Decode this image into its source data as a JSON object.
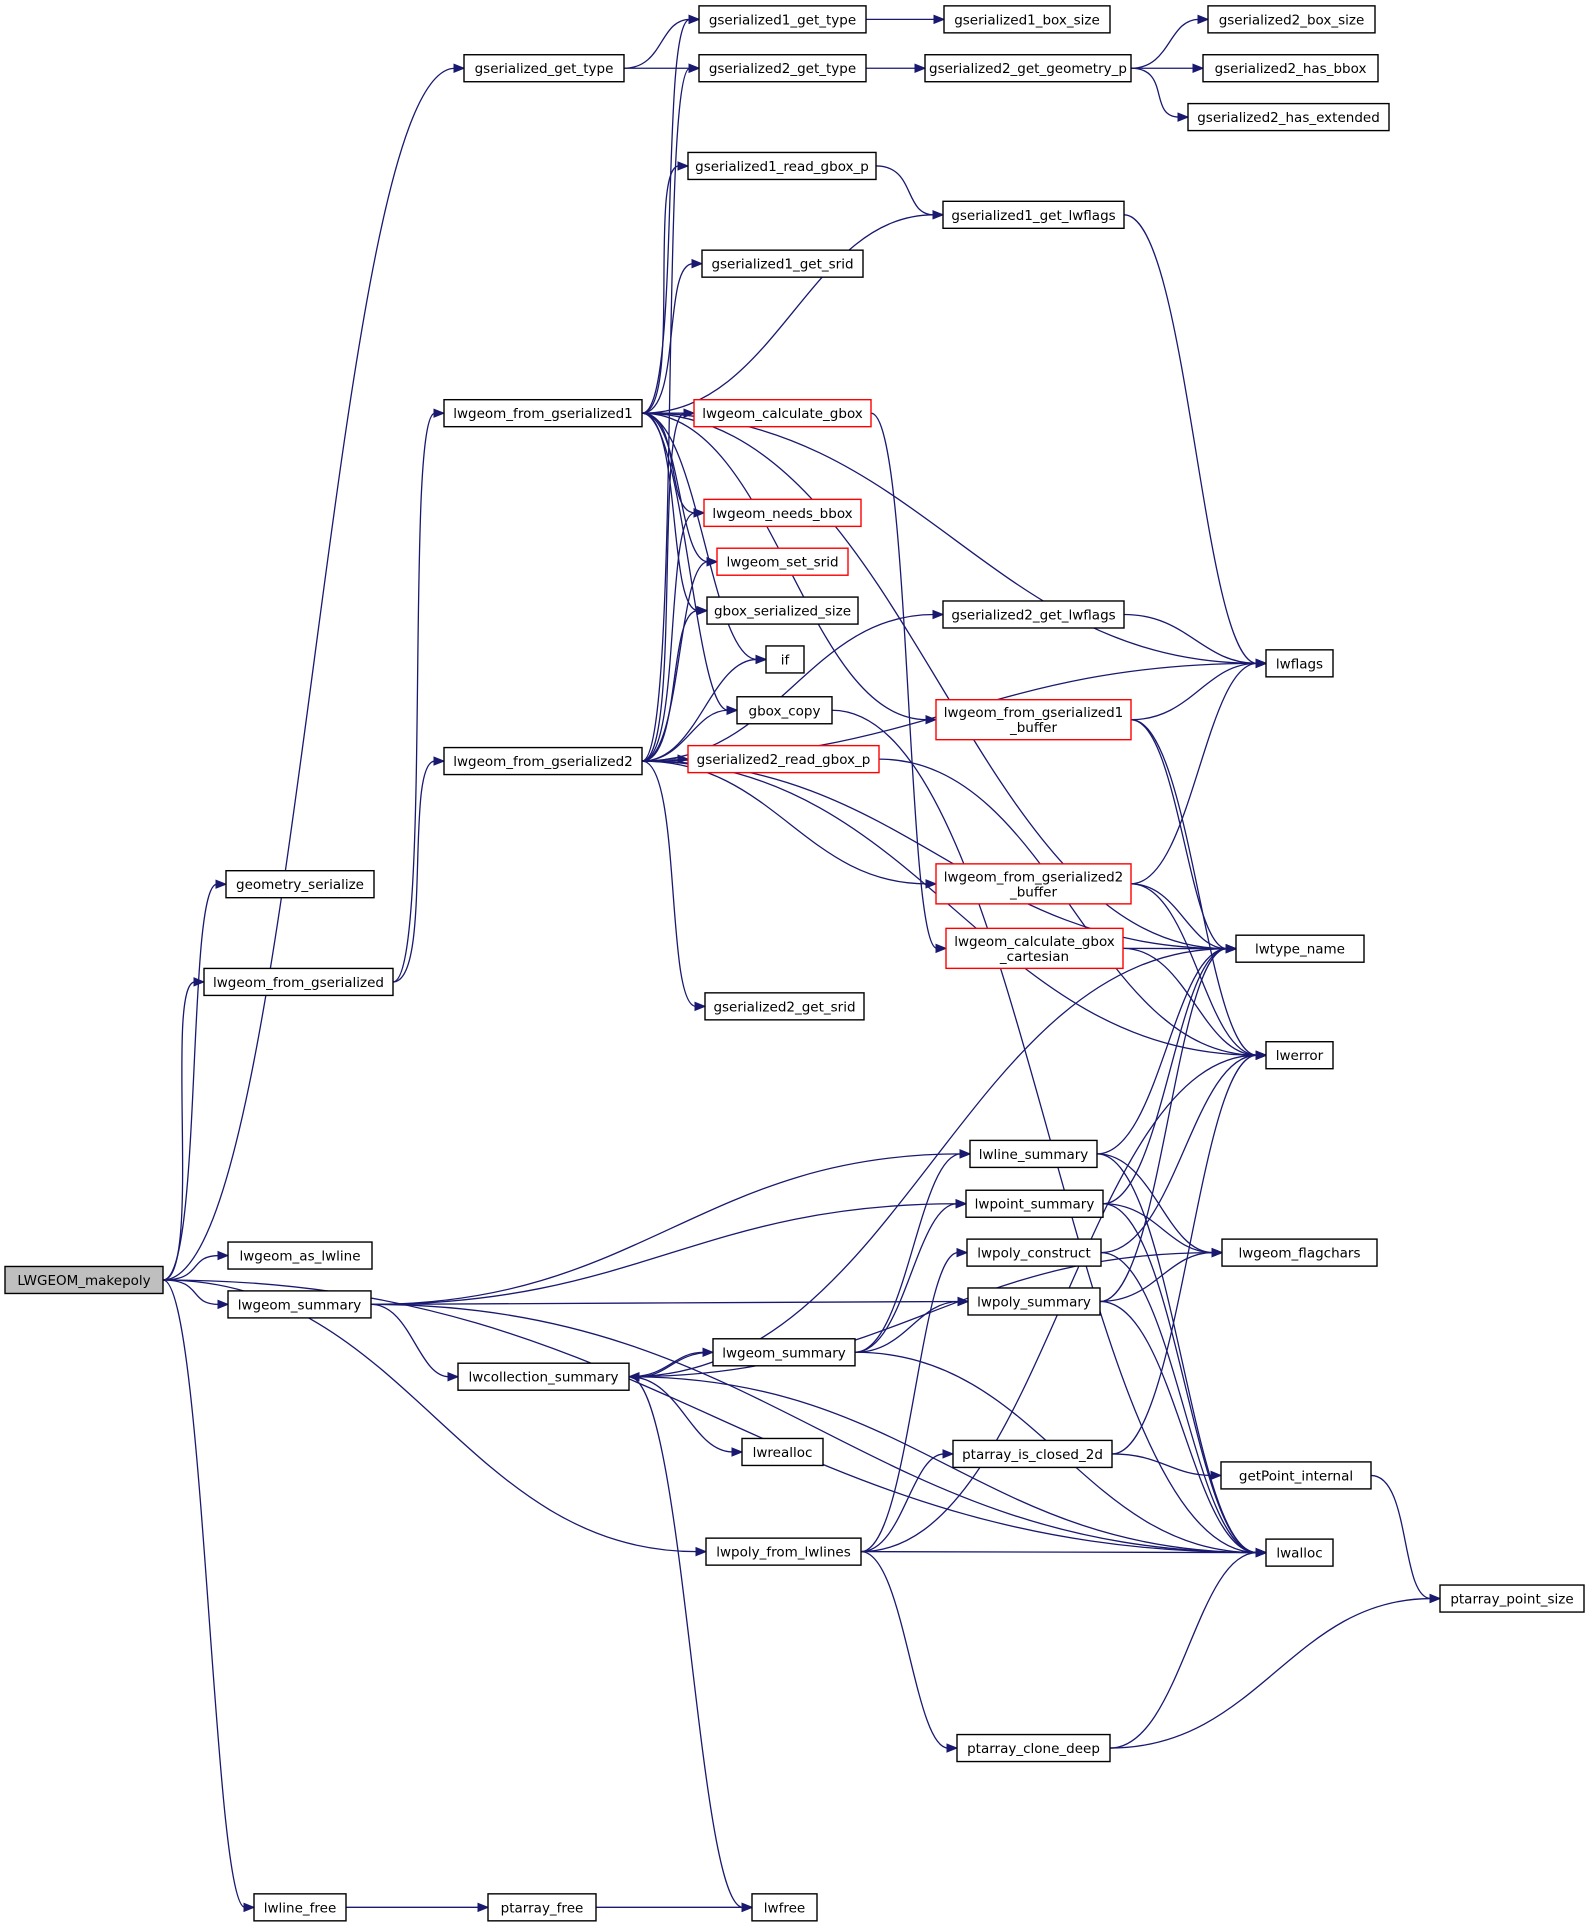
{
  "diagram": {
    "nodes": [
      {
        "id": "LWGEOM_makepoly",
        "label": [
          "LWGEOM_makepoly"
        ],
        "root": true
      },
      {
        "id": "geometry_serialize",
        "label": [
          "geometry_serialize"
        ]
      },
      {
        "id": "lwgeom_from_gserialized",
        "label": [
          "lwgeom_from_gserialized"
        ]
      },
      {
        "id": "lwgeom_as_lwline",
        "label": [
          "lwgeom_as_lwline"
        ]
      },
      {
        "id": "lwgeom_summary_a",
        "label": [
          "lwgeom_summary"
        ]
      },
      {
        "id": "lwline_free",
        "label": [
          "lwline_free"
        ]
      },
      {
        "id": "gserialized_get_type",
        "label": [
          "gserialized_get_type"
        ]
      },
      {
        "id": "lwgeom_from_gserialized1",
        "label": [
          "lwgeom_from_gserialized1"
        ]
      },
      {
        "id": "lwgeom_from_gserialized2",
        "label": [
          "lwgeom_from_gserialized2"
        ]
      },
      {
        "id": "lwcollection_summary",
        "label": [
          "lwcollection_summary"
        ]
      },
      {
        "id": "ptarray_free",
        "label": [
          "ptarray_free"
        ]
      },
      {
        "id": "gserialized1_get_type",
        "label": [
          "gserialized1_get_type"
        ]
      },
      {
        "id": "gserialized2_get_type",
        "label": [
          "gserialized2_get_type"
        ]
      },
      {
        "id": "gserialized1_read_gbox_p",
        "label": [
          "gserialized1_read_gbox_p"
        ]
      },
      {
        "id": "gserialized1_get_srid",
        "label": [
          "gserialized1_get_srid"
        ]
      },
      {
        "id": "lwgeom_calculate_gbox",
        "label": [
          "lwgeom_calculate_gbox"
        ],
        "missing": true
      },
      {
        "id": "lwgeom_needs_bbox",
        "label": [
          "lwgeom_needs_bbox"
        ],
        "missing": true
      },
      {
        "id": "lwgeom_set_srid",
        "label": [
          "lwgeom_set_srid"
        ],
        "missing": true
      },
      {
        "id": "gbox_serialized_size",
        "label": [
          "gbox_serialized_size"
        ]
      },
      {
        "id": "if",
        "label": [
          "if"
        ]
      },
      {
        "id": "gbox_copy",
        "label": [
          "gbox_copy"
        ]
      },
      {
        "id": "gserialized2_read_gbox_p",
        "label": [
          "gserialized2_read_gbox_p"
        ],
        "missing": true
      },
      {
        "id": "gserialized2_get_srid",
        "label": [
          "gserialized2_get_srid"
        ]
      },
      {
        "id": "lwgeom_summary_b",
        "label": [
          "lwgeom_summary"
        ]
      },
      {
        "id": "lwrealloc",
        "label": [
          "lwrealloc"
        ]
      },
      {
        "id": "lwpoly_from_lwlines",
        "label": [
          "lwpoly_from_lwlines"
        ]
      },
      {
        "id": "lwfree",
        "label": [
          "lwfree"
        ]
      },
      {
        "id": "gserialized1_box_size",
        "label": [
          "gserialized1_box_size"
        ]
      },
      {
        "id": "gserialized2_get_geometry_p",
        "label": [
          "gserialized2_get_geometry_p"
        ]
      },
      {
        "id": "gserialized1_get_lwflags",
        "label": [
          "gserialized1_get_lwflags"
        ]
      },
      {
        "id": "gserialized2_get_lwflags",
        "label": [
          "gserialized2_get_lwflags"
        ]
      },
      {
        "id": "lwgeom_from_gserialized1_buffer",
        "label": [
          "lwgeom_from_gserialized1",
          "_buffer"
        ],
        "missing": true
      },
      {
        "id": "lwgeom_from_gserialized2_buffer",
        "label": [
          "lwgeom_from_gserialized2",
          "_buffer"
        ],
        "missing": true
      },
      {
        "id": "lwgeom_calculate_gbox_cartesian",
        "label": [
          "lwgeom_calculate_gbox",
          "_cartesian"
        ],
        "missing": true
      },
      {
        "id": "lwline_summary",
        "label": [
          "lwline_summary"
        ]
      },
      {
        "id": "lwpoint_summary",
        "label": [
          "lwpoint_summary"
        ]
      },
      {
        "id": "lwpoly_construct",
        "label": [
          "lwpoly_construct"
        ]
      },
      {
        "id": "lwpoly_summary",
        "label": [
          "lwpoly_summary"
        ]
      },
      {
        "id": "ptarray_is_closed_2d",
        "label": [
          "ptarray_is_closed_2d"
        ]
      },
      {
        "id": "ptarray_clone_deep",
        "label": [
          "ptarray_clone_deep"
        ]
      },
      {
        "id": "gserialized2_box_size",
        "label": [
          "gserialized2_box_size"
        ]
      },
      {
        "id": "gserialized2_has_bbox",
        "label": [
          "gserialized2_has_bbox"
        ]
      },
      {
        "id": "gserialized2_has_extended",
        "label": [
          "gserialized2_has_extended"
        ]
      },
      {
        "id": "lwflags",
        "label": [
          "lwflags"
        ]
      },
      {
        "id": "lwtype_name",
        "label": [
          "lwtype_name"
        ]
      },
      {
        "id": "lwerror",
        "label": [
          "lwerror"
        ]
      },
      {
        "id": "lwgeom_flagchars",
        "label": [
          "lwgeom_flagchars"
        ]
      },
      {
        "id": "getPoint_internal",
        "label": [
          "getPoint_internal"
        ]
      },
      {
        "id": "lwalloc",
        "label": [
          "lwalloc"
        ]
      },
      {
        "id": "ptarray_point_size",
        "label": [
          "ptarray_point_size"
        ]
      }
    ],
    "edges": [
      [
        "LWGEOM_makepoly",
        "geometry_serialize"
      ],
      [
        "LWGEOM_makepoly",
        "gserialized_get_type"
      ],
      [
        "LWGEOM_makepoly",
        "lwgeom_from_gserialized"
      ],
      [
        "LWGEOM_makepoly",
        "lwgeom_as_lwline"
      ],
      [
        "LWGEOM_makepoly",
        "lwgeom_summary_a"
      ],
      [
        "LWGEOM_makepoly",
        "lwpoly_from_lwlines"
      ],
      [
        "LWGEOM_makepoly",
        "lwalloc"
      ],
      [
        "LWGEOM_makepoly",
        "lwline_free"
      ],
      [
        "gserialized_get_type",
        "gserialized1_get_type"
      ],
      [
        "gserialized_get_type",
        "gserialized2_get_type"
      ],
      [
        "gserialized1_get_type",
        "gserialized1_box_size"
      ],
      [
        "gserialized2_get_type",
        "gserialized2_get_geometry_p"
      ],
      [
        "gserialized2_get_geometry_p",
        "gserialized2_box_size"
      ],
      [
        "gserialized2_get_geometry_p",
        "gserialized2_has_bbox"
      ],
      [
        "gserialized2_get_geometry_p",
        "gserialized2_has_extended"
      ],
      [
        "lwgeom_from_gserialized",
        "lwgeom_from_gserialized1"
      ],
      [
        "lwgeom_from_gserialized",
        "lwgeom_from_gserialized2"
      ],
      [
        "lwgeom_from_gserialized1",
        "gserialized1_get_type"
      ],
      [
        "lwgeom_from_gserialized1",
        "lwflags"
      ],
      [
        "lwgeom_from_gserialized1",
        "gserialized1_read_gbox_p"
      ],
      [
        "lwgeom_from_gserialized1",
        "gserialized1_get_lwflags"
      ],
      [
        "lwgeom_from_gserialized1",
        "gserialized1_get_srid"
      ],
      [
        "lwgeom_from_gserialized1",
        "lwgeom_calculate_gbox"
      ],
      [
        "lwgeom_from_gserialized1",
        "lwgeom_needs_bbox"
      ],
      [
        "lwgeom_from_gserialized1",
        "lwgeom_set_srid"
      ],
      [
        "lwgeom_from_gserialized1",
        "gbox_serialized_size"
      ],
      [
        "lwgeom_from_gserialized1",
        "if"
      ],
      [
        "lwgeom_from_gserialized1",
        "gbox_copy"
      ],
      [
        "lwgeom_from_gserialized1",
        "lwgeom_from_gserialized1_buffer"
      ],
      [
        "lwgeom_from_gserialized1",
        "lwtype_name"
      ],
      [
        "lwgeom_from_gserialized2",
        "gserialized2_get_type"
      ],
      [
        "lwgeom_from_gserialized2",
        "lwgeom_calculate_gbox"
      ],
      [
        "lwgeom_from_gserialized2",
        "lwgeom_needs_bbox"
      ],
      [
        "lwgeom_from_gserialized2",
        "lwgeom_set_srid"
      ],
      [
        "lwgeom_from_gserialized2",
        "gbox_serialized_size"
      ],
      [
        "lwgeom_from_gserialized2",
        "if"
      ],
      [
        "lwgeom_from_gserialized2",
        "gbox_copy"
      ],
      [
        "lwgeom_from_gserialized2",
        "gserialized2_read_gbox_p"
      ],
      [
        "lwgeom_from_gserialized2",
        "gserialized2_get_lwflags"
      ],
      [
        "lwgeom_from_gserialized2",
        "lwflags"
      ],
      [
        "lwgeom_from_gserialized2",
        "lwgeom_from_gserialized2_buffer"
      ],
      [
        "lwgeom_from_gserialized2",
        "lwtype_name"
      ],
      [
        "lwgeom_from_gserialized2",
        "gserialized2_get_srid"
      ],
      [
        "lwgeom_from_gserialized2",
        "lwerror"
      ],
      [
        "gserialized1_read_gbox_p",
        "gserialized1_get_lwflags"
      ],
      [
        "gserialized1_get_lwflags",
        "lwflags"
      ],
      [
        "lwgeom_calculate_gbox",
        "lwgeom_calculate_gbox_cartesian"
      ],
      [
        "gbox_copy",
        "lwalloc"
      ],
      [
        "gserialized2_get_lwflags",
        "lwflags"
      ],
      [
        "lwgeom_from_gserialized1_buffer",
        "lwflags"
      ],
      [
        "lwgeom_from_gserialized1_buffer",
        "lwtype_name"
      ],
      [
        "lwgeom_from_gserialized1_buffer",
        "lwerror"
      ],
      [
        "lwgeom_from_gserialized2_buffer",
        "lwflags"
      ],
      [
        "lwgeom_from_gserialized2_buffer",
        "lwtype_name"
      ],
      [
        "lwgeom_from_gserialized2_buffer",
        "lwerror"
      ],
      [
        "lwgeom_calculate_gbox_cartesian",
        "lwtype_name"
      ],
      [
        "lwgeom_calculate_gbox_cartesian",
        "lwerror"
      ],
      [
        "gserialized2_read_gbox_p",
        "lwerror"
      ],
      [
        "lwgeom_summary_a",
        "lwline_summary"
      ],
      [
        "lwgeom_summary_a",
        "lwpoint_summary"
      ],
      [
        "lwgeom_summary_a",
        "lwpoly_summary"
      ],
      [
        "lwgeom_summary_a",
        "lwcollection_summary"
      ],
      [
        "lwgeom_summary_a",
        "lwalloc"
      ],
      [
        "lwcollection_summary",
        "lwgeom_summary_b"
      ],
      [
        "lwcollection_summary",
        "lwtype_name"
      ],
      [
        "lwcollection_summary",
        "lwgeom_flagchars"
      ],
      [
        "lwcollection_summary",
        "lwrealloc"
      ],
      [
        "lwcollection_summary",
        "lwalloc"
      ],
      [
        "lwcollection_summary",
        "lwfree"
      ],
      [
        "lwgeom_summary_b",
        "lwcollection_summary"
      ],
      [
        "lwgeom_summary_b",
        "lwline_summary"
      ],
      [
        "lwgeom_summary_b",
        "lwpoint_summary"
      ],
      [
        "lwgeom_summary_b",
        "lwpoly_summary"
      ],
      [
        "lwgeom_summary_b",
        "lwalloc"
      ],
      [
        "lwline_summary",
        "lwtype_name"
      ],
      [
        "lwline_summary",
        "lwgeom_flagchars"
      ],
      [
        "lwline_summary",
        "lwalloc"
      ],
      [
        "lwpoint_summary",
        "lwtype_name"
      ],
      [
        "lwpoint_summary",
        "lwgeom_flagchars"
      ],
      [
        "lwpoint_summary",
        "lwalloc"
      ],
      [
        "lwpoly_summary",
        "lwgeom_flagchars"
      ],
      [
        "lwpoly_summary",
        "lwtype_name"
      ],
      [
        "lwpoly_summary",
        "lwalloc"
      ],
      [
        "lwpoly_construct",
        "lwerror"
      ],
      [
        "lwpoly_construct",
        "lwalloc"
      ],
      [
        "lwpoly_from_lwlines",
        "lwpoly_construct"
      ],
      [
        "lwpoly_from_lwlines",
        "ptarray_is_closed_2d"
      ],
      [
        "lwpoly_from_lwlines",
        "ptarray_clone_deep"
      ],
      [
        "lwpoly_from_lwlines",
        "lwalloc"
      ],
      [
        "lwpoly_from_lwlines",
        "lwerror"
      ],
      [
        "ptarray_is_closed_2d",
        "getPoint_internal"
      ],
      [
        "ptarray_is_closed_2d",
        "lwerror"
      ],
      [
        "getPoint_internal",
        "ptarray_point_size"
      ],
      [
        "ptarray_clone_deep",
        "ptarray_point_size"
      ],
      [
        "ptarray_clone_deep",
        "lwalloc"
      ],
      [
        "lwline_free",
        "ptarray_free"
      ],
      [
        "lwline_free",
        "lwfree"
      ],
      [
        "ptarray_free",
        "lwfree"
      ]
    ]
  }
}
